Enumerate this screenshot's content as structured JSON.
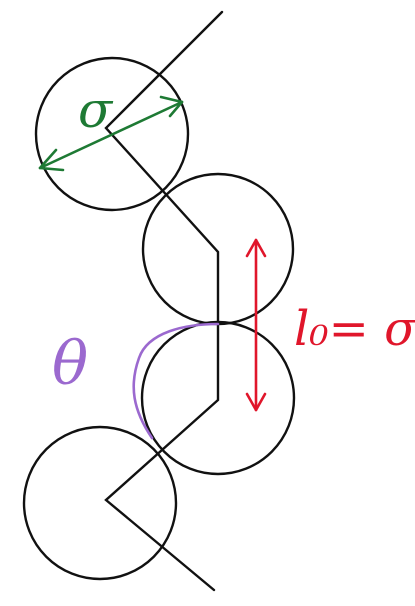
{
  "labels": {
    "diameter": "σ",
    "angle": "θ",
    "bond_length": "l₀= σ"
  },
  "colors": {
    "outline": "#111111",
    "diameter": "#1e7a34",
    "angle": "#9b69cf",
    "bond": "#e0162b"
  }
}
